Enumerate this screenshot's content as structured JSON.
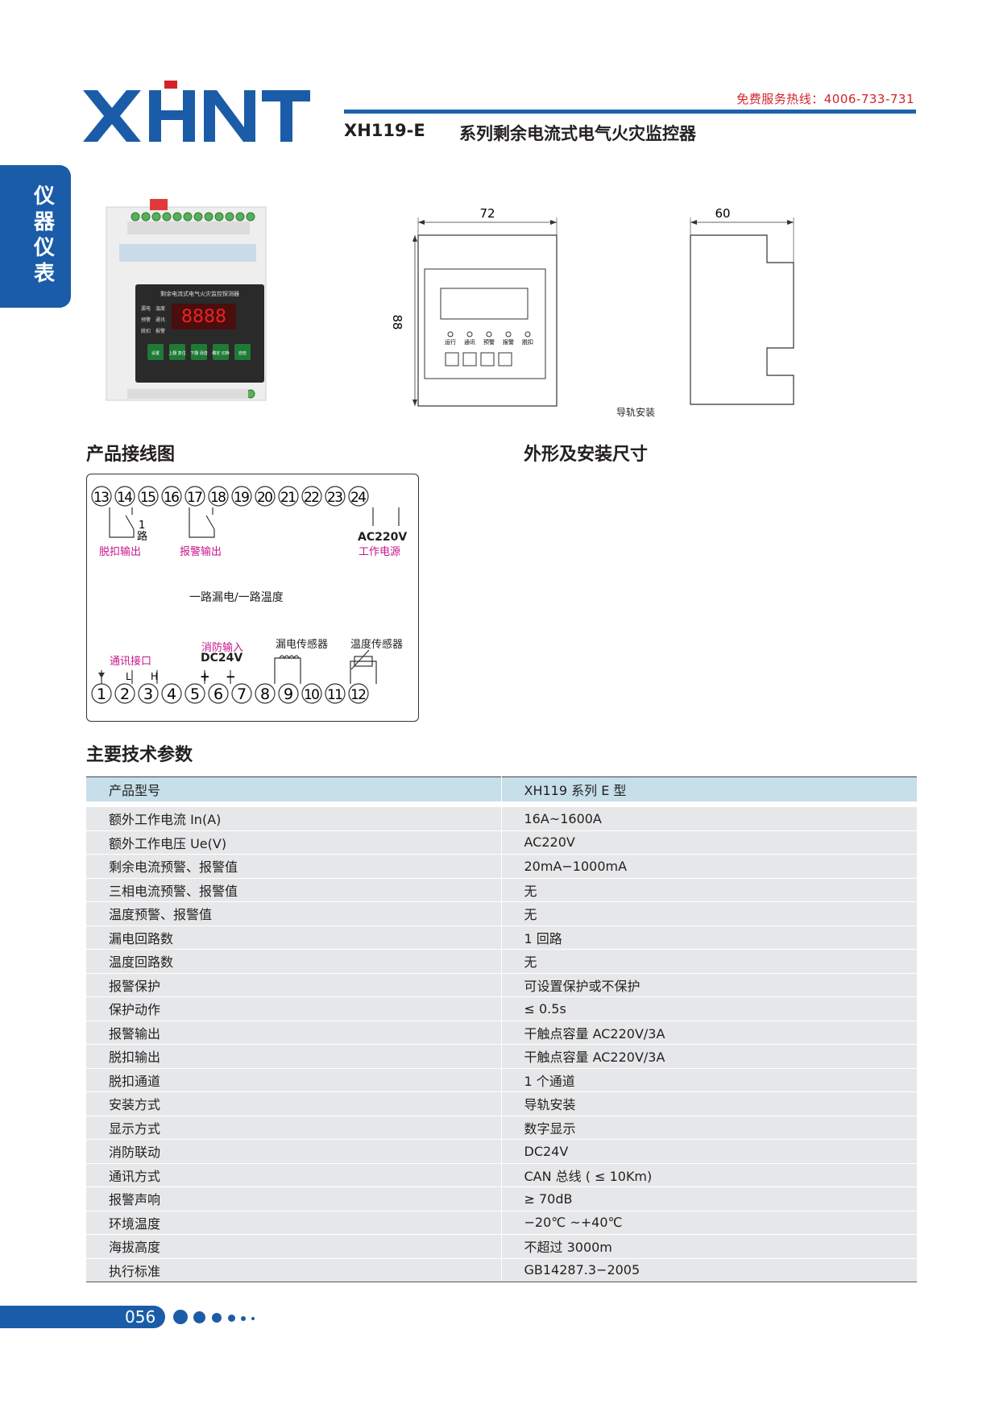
{
  "header": {
    "logo_text": "XHNT",
    "hotline": "免费服务热线：4006-733-731",
    "model": "XH119-E",
    "product_name": "系列剩余电流式电气火灾监控器"
  },
  "side_tab": {
    "chars": [
      "仪",
      "器",
      "仪",
      "表"
    ]
  },
  "device_photo": {
    "panel_title": "剩余电流式电气火灾监控探测器",
    "indicator_labels": [
      "漏电",
      "温度",
      "预警",
      "通讯",
      "脱扣",
      "报警"
    ],
    "buttons": [
      "设置",
      "上翻\n复位",
      "下翻\n消音",
      "确定\n切换",
      "自检"
    ]
  },
  "front_view": {
    "width_label": "72",
    "height_label": "88",
    "indicator_labels": [
      "运行",
      "通讯",
      "预警",
      "报警",
      "脱扣"
    ]
  },
  "side_view": {
    "depth_label": "60",
    "rail_label": "导轨安装"
  },
  "sections": {
    "wiring_title": "产品接线图",
    "dims_title": "外形及安装尺寸",
    "params_title": "主要技术参数"
  },
  "wiring": {
    "top_terminals": [
      "13",
      "14",
      "15",
      "16",
      "17",
      "18",
      "19",
      "20",
      "21",
      "22",
      "23",
      "24"
    ],
    "bottom_terminals": [
      "1",
      "2",
      "3",
      "4",
      "5",
      "6",
      "7",
      "8",
      "9",
      "10",
      "11",
      "12"
    ],
    "loop_1": "1",
    "loop_2": "路",
    "trip_output": "脱扣输出",
    "alarm_output": "报警输出",
    "power_voltage": "AC220V",
    "power_label": "工作电源",
    "center_label": "一路漏电/一路温度",
    "comm_port": "通讯接口",
    "fire_input": "消防输入",
    "fire_voltage": "DC24V",
    "leak_sensor": "漏电传感器",
    "temp_sensor": "温度传感器",
    "l": "L",
    "h": "H",
    "plus": "+",
    "minus": "−"
  },
  "params": {
    "header": [
      "产品型号",
      "XH119 系列 E 型"
    ],
    "rows": [
      [
        "额外工作电流 In(A)",
        "16A~1600A"
      ],
      [
        "额外工作电压 Ue(V)",
        "AC220V"
      ],
      [
        "剩余电流预警、报警值",
        "20mA−1000mA"
      ],
      [
        "三相电流预警、报警值",
        "无"
      ],
      [
        "温度预警、报警值",
        "无"
      ],
      [
        "漏电回路数",
        "1 回路"
      ],
      [
        "温度回路数",
        "无"
      ],
      [
        "报警保护",
        "可设置保护或不保护"
      ],
      [
        "保护动作",
        "≤ 0.5s"
      ],
      [
        "报警输出",
        "干触点容量 AC220V/3A"
      ],
      [
        "脱扣输出",
        "干触点容量 AC220V/3A"
      ],
      [
        "脱扣通道",
        "1 个通道"
      ],
      [
        "安装方式",
        "导轨安装"
      ],
      [
        "显示方式",
        "数字显示"
      ],
      [
        "消防联动",
        "DC24V"
      ],
      [
        "通讯方式",
        "CAN 总线 ( ≤ 10Km)"
      ],
      [
        "报警声响",
        "≥ 70dB"
      ],
      [
        "环境温度",
        "−20℃ ~+40℃"
      ],
      [
        "海拔高度",
        "不超过 3000m"
      ],
      [
        "执行标准",
        "GB14287.3−2005"
      ]
    ]
  },
  "footer": {
    "page_number": "056"
  },
  "colors": {
    "brand_blue": "#1b5ca8",
    "hotline_red": "#d2232a",
    "magenta": "#c8158c",
    "table_head": "#c6dfe9",
    "table_row": "#e6e7e8"
  }
}
